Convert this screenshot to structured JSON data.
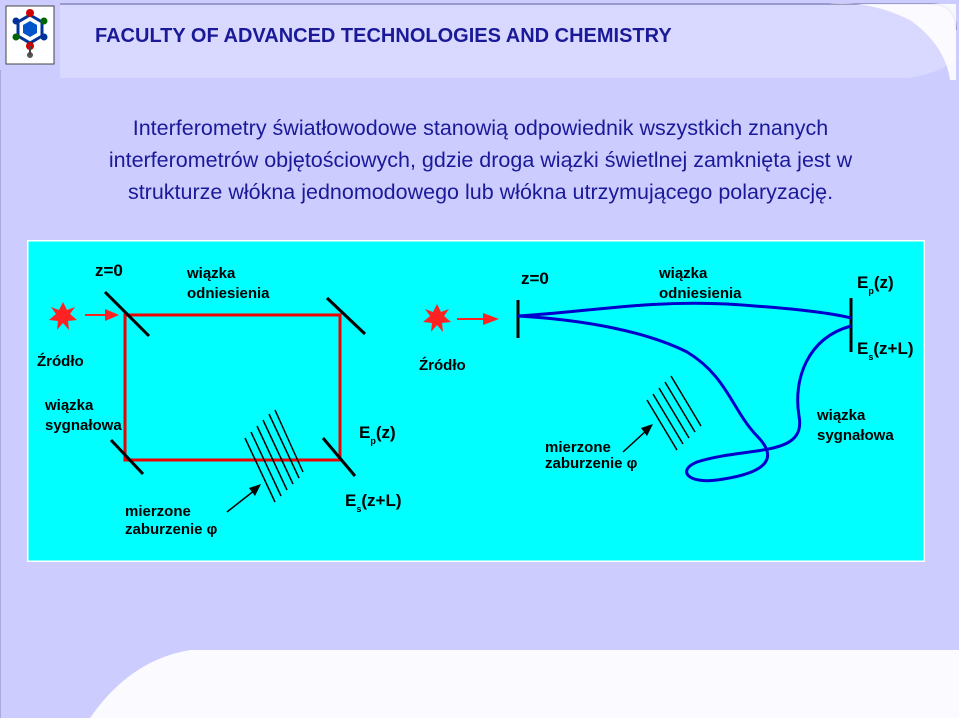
{
  "header": {
    "title": "FACULTY OF ADVANCED TECHNOLOGIES AND CHEMISTRY"
  },
  "body": {
    "line1": "Interferometry światłowodowe stanowią odpowiednik wszystkich znanych",
    "line2": "interferometrów objętościowych, gdzie droga wiązki świetlnej zamknięta jest w",
    "line3": "strukturze włókna jednomodowego lub włókna utrzymującego polaryzację."
  },
  "diagram": {
    "left": {
      "z0": "z=0",
      "ref_line1": "wiązka",
      "ref_line2": "odniesienia",
      "source": "Źródło",
      "sig_line1": "wiązka",
      "sig_line2": "sygnałowa",
      "ep_main": "E",
      "ep_sub": "p",
      "ep_arg": "(z)",
      "es_main": "E",
      "es_sub": "s",
      "es_arg": "(z+L)",
      "meas_line1": "mierzone",
      "meas_line2": "zaburzenie φ"
    },
    "right": {
      "z0": "z=0",
      "ref_line1": "wiązka",
      "ref_line2": "odniesienia",
      "source": "Źródło",
      "ep_main": "E",
      "ep_sub": "p",
      "ep_arg": "(z)",
      "es_main": "E",
      "es_sub": "s",
      "es_arg": "(z+L)",
      "sig_line1": "wiązka",
      "sig_line2": "sygnałowa",
      "meas_line1": "mierzone",
      "meas_line2": "zaburzenie φ"
    }
  },
  "colors": {
    "background": "#ccccff",
    "title": "#1a1a99",
    "diagram_bg": "#00ffff",
    "left_path": "#ff0000",
    "fiber": "#0000cc"
  }
}
